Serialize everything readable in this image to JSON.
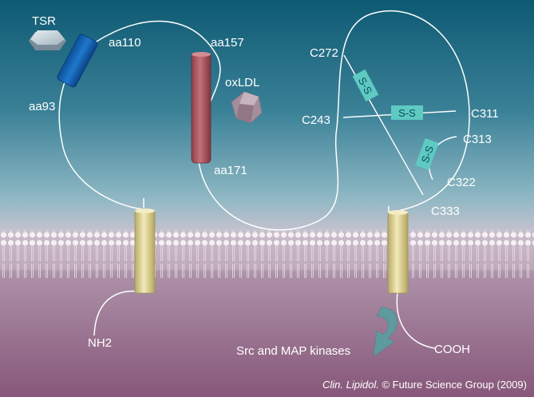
{
  "labels": {
    "tsr": "TSR",
    "aa110": "aa110",
    "aa157": "aa157",
    "oxldl": "oxLDL",
    "aa93": "aa93",
    "aa171": "aa171",
    "nh2": "NH2",
    "c272": "C272",
    "c243": "C243",
    "c311": "C311",
    "c313": "C313",
    "c322": "C322",
    "c333": "C333",
    "cooh": "COOH",
    "src_map": "Src and MAP kinases"
  },
  "bonds": {
    "ss1": "S-S",
    "ss2": "S-S",
    "ss3": "S-S"
  },
  "credit": {
    "journal": "Clin. Lipidol.",
    "rest": " © Future Science Group (2009)"
  },
  "colors": {
    "top": "#0f5f78",
    "mid": "#6aa3b3",
    "lower": "#a98ea3",
    "bottom": "#8a5878",
    "helix_blue": "#1565b8",
    "helix_red": "#b05c63",
    "tm_gold": "#d6c98c",
    "bond_box": "#5cc8c0",
    "arrow": "#5f9ea0"
  },
  "icons": {
    "tsr": "hexagonal-prism-icon",
    "oxldl": "hexagon-particle-icon",
    "arrow": "curved-arrow-icon"
  }
}
